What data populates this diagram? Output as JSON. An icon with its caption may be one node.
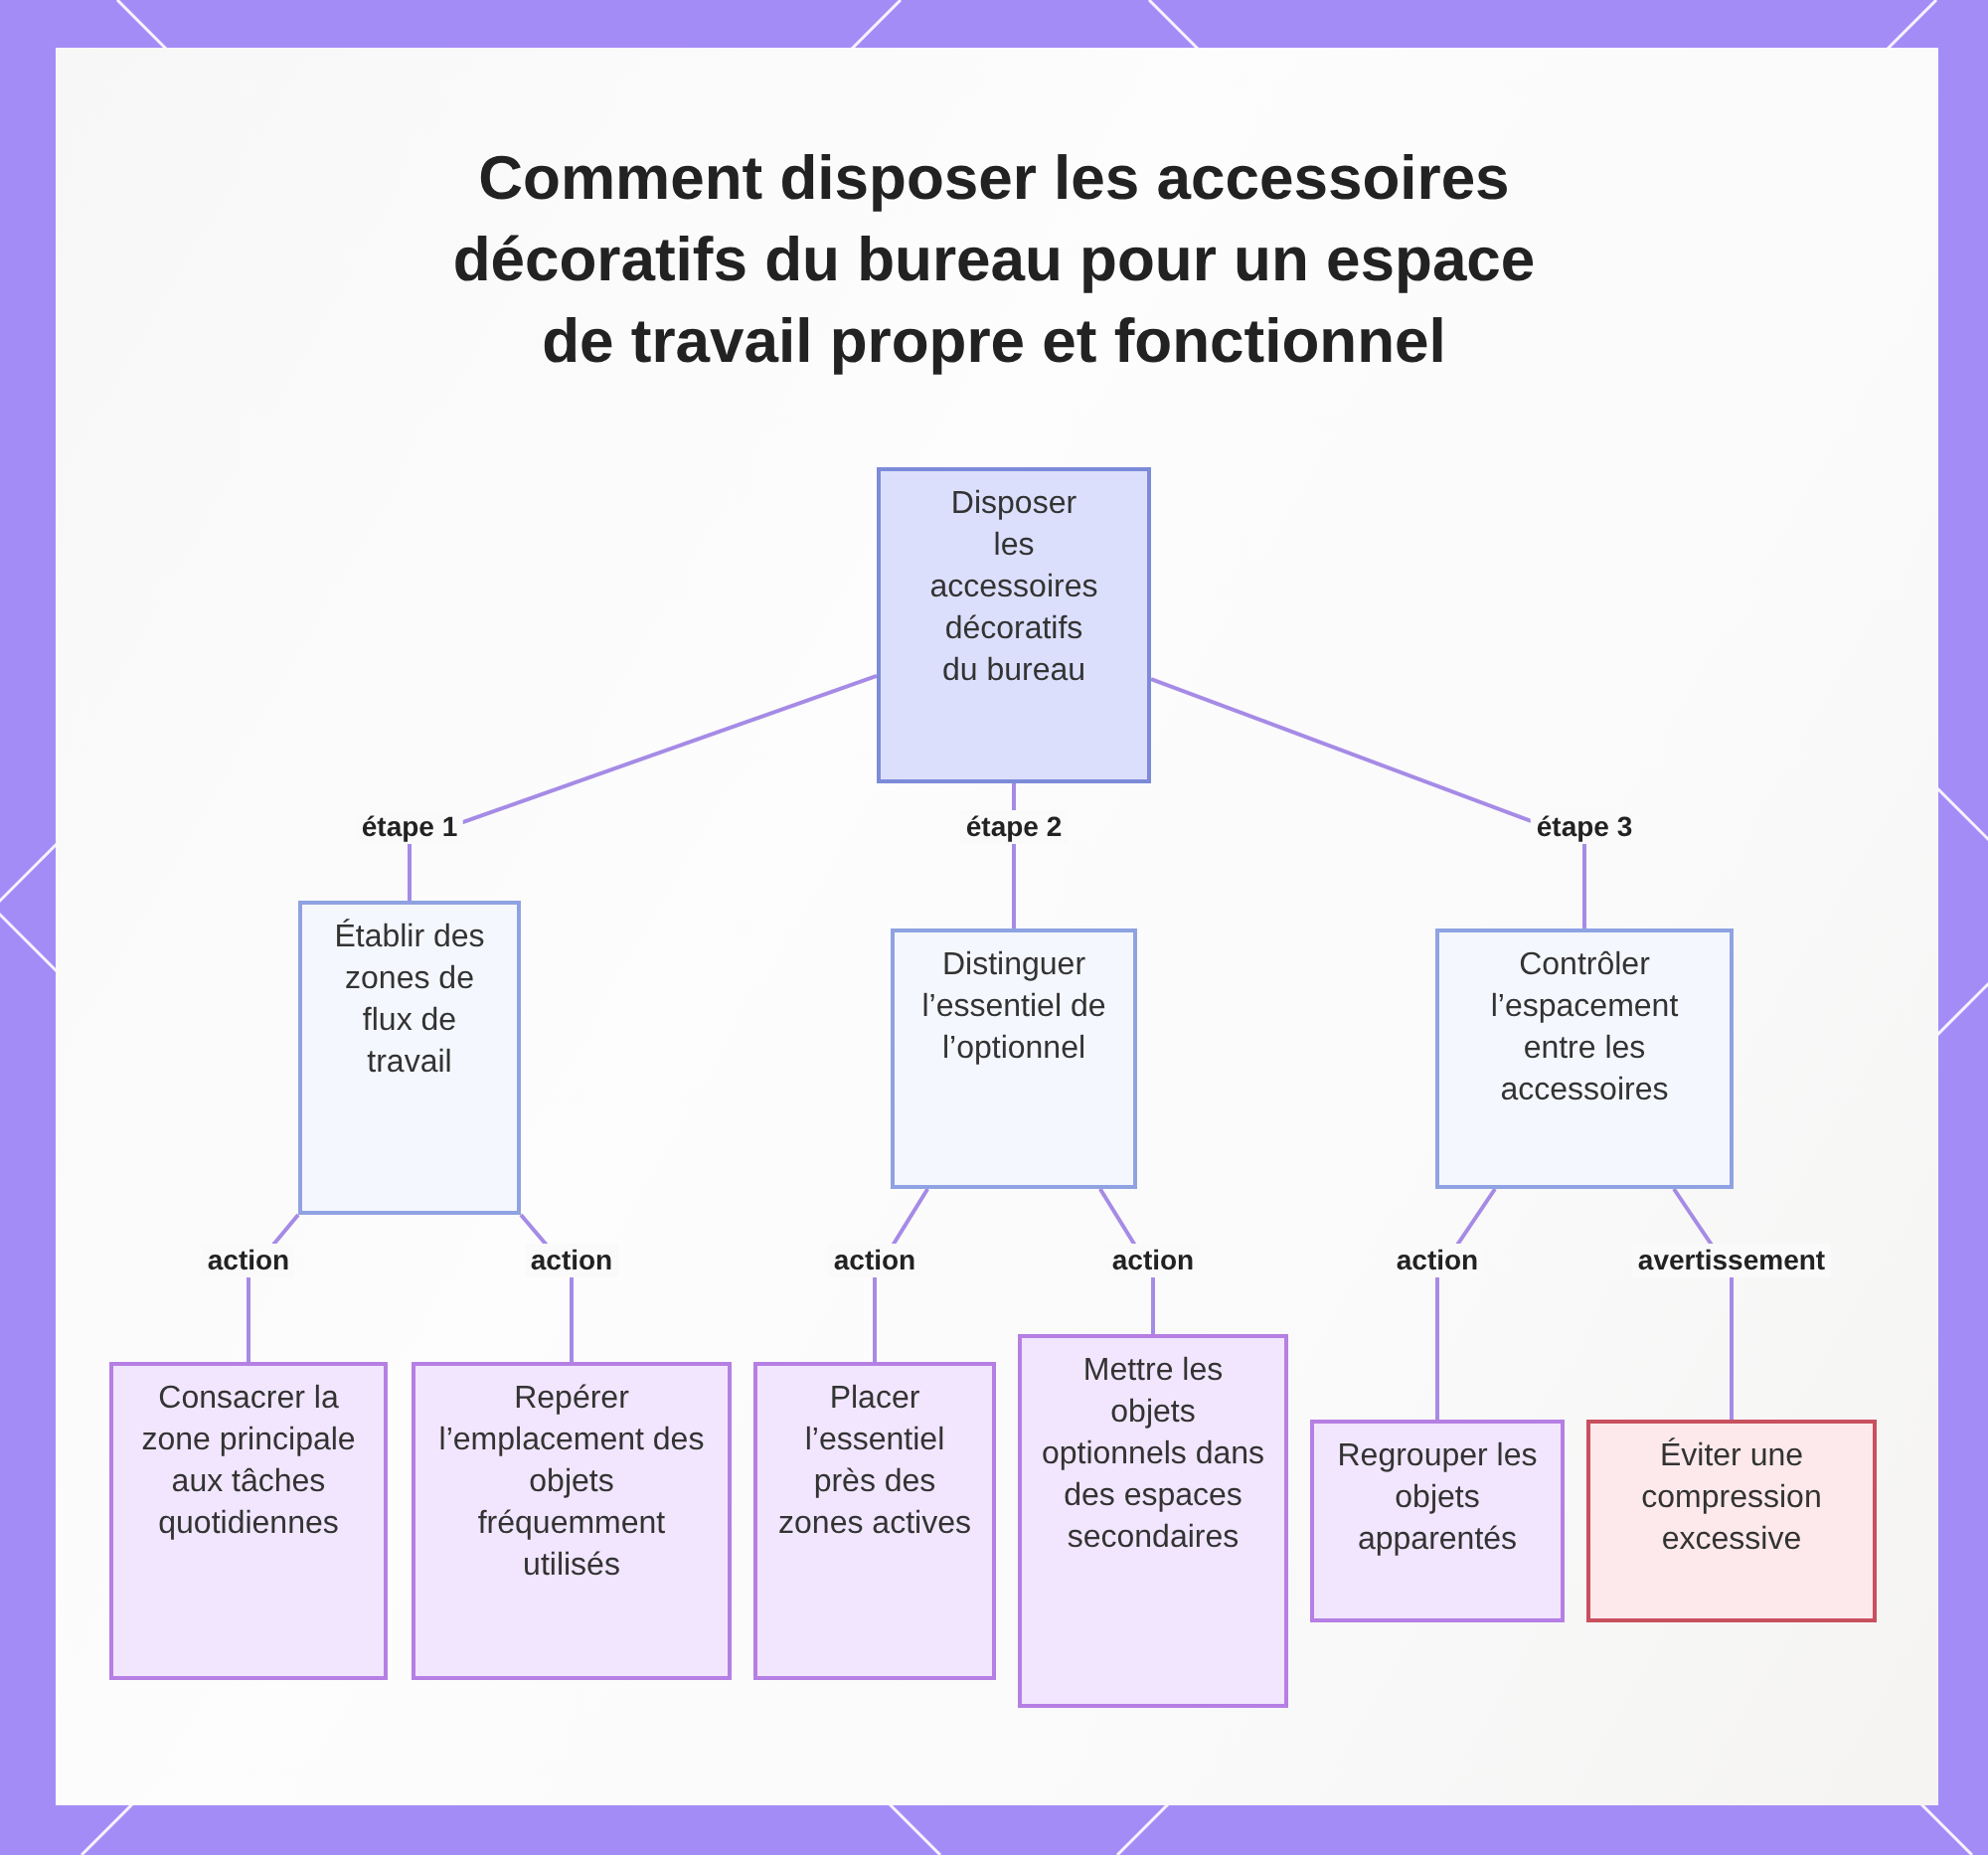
{
  "diagram": {
    "title": "Comment disposer les accessoires décoratifs du bureau pour un espace de travail propre et fonctionnel",
    "nodes": [
      {
        "text": [
          "Disposer les accessoires décoratifs du bureau"
        ]
      },
      {
        "text": [
          "Établir des zones de flux de travail"
        ]
      },
      {
        "text": [
          "Distinguer l’essentiel de l’optionnel"
        ]
      },
      {
        "text": [
          "Contrôler l’espacement entre les accessoires"
        ]
      },
      {
        "text": [
          "Consacrer la zone principale aux tâches quotidiennes"
        ]
      },
      {
        "text": [
          "Repérer l’emplacement des objets fréquemment utilisés"
        ]
      },
      {
        "text": [
          "Placer l’essentiel près des zones actives"
        ]
      },
      {
        "text": [
          "Mettre les objets optionnels dans des espaces secondaires"
        ]
      },
      {
        "text": [
          "Regrouper les objets apparentés"
        ]
      },
      {
        "text": [
          "Éviter une compression excessive"
        ]
      }
    ],
    "edges": [
      {
        "from": 0,
        "to": 1,
        "arrow": "none",
        "label": "étape 1"
      },
      {
        "from": 0,
        "to": 2,
        "arrow": "none",
        "label": "étape 2"
      },
      {
        "from": 0,
        "to": 3,
        "arrow": "none",
        "label": "étape 3"
      },
      {
        "from": 1,
        "to": 4,
        "arrow": "none",
        "label": "action"
      },
      {
        "from": 1,
        "to": 5,
        "arrow": "none",
        "label": "action"
      },
      {
        "from": 2,
        "to": 6,
        "arrow": "none",
        "label": "action"
      },
      {
        "from": 2,
        "to": 7,
        "arrow": "none",
        "label": "action"
      },
      {
        "from": 3,
        "to": 8,
        "arrow": "none",
        "label": "action"
      },
      {
        "from": 3,
        "to": 9,
        "arrow": "none",
        "label": "avertissement"
      }
    ]
  }
}
